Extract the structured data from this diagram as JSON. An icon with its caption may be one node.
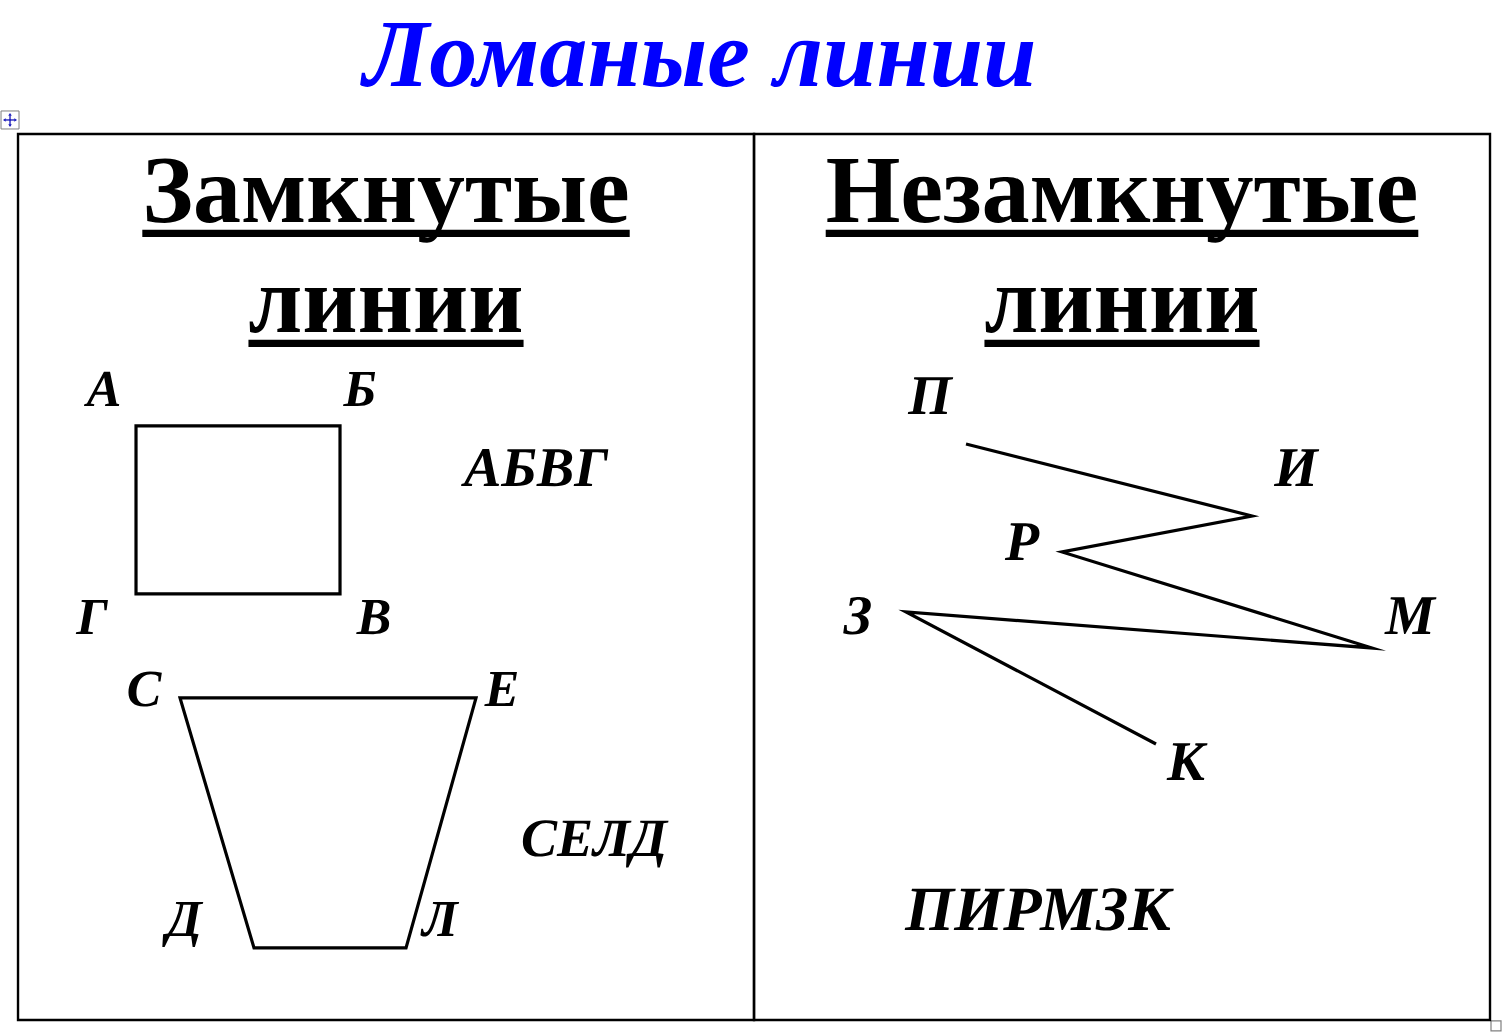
{
  "diagram": {
    "title": "Ломаные линии",
    "nodes": [
      {
        "text": [
          "Замкнутые линии"
        ]
      },
      {
        "text": [
          "Незамкнутые линии"
        ]
      },
      {
        "text": [],
        "shape": "box",
        "in": 0,
        "beside": [
          "А",
          "Б",
          "АБВГ",
          "Г",
          "В"
        ]
      },
      {
        "text": [],
        "shape": "trapezoid",
        "in": 0,
        "beside": [
          "С",
          "Е",
          "СЕЛД",
          "Д",
          "Л"
        ]
      },
      {
        "text": [],
        "shape": "polyline",
        "in": 1,
        "beside": [
          "П",
          "З",
          "М",
          "К",
          "ПИРМЗК"
        ]
      }
    ],
    "labels": [
      "И",
      "Р"
    ]
  }
}
